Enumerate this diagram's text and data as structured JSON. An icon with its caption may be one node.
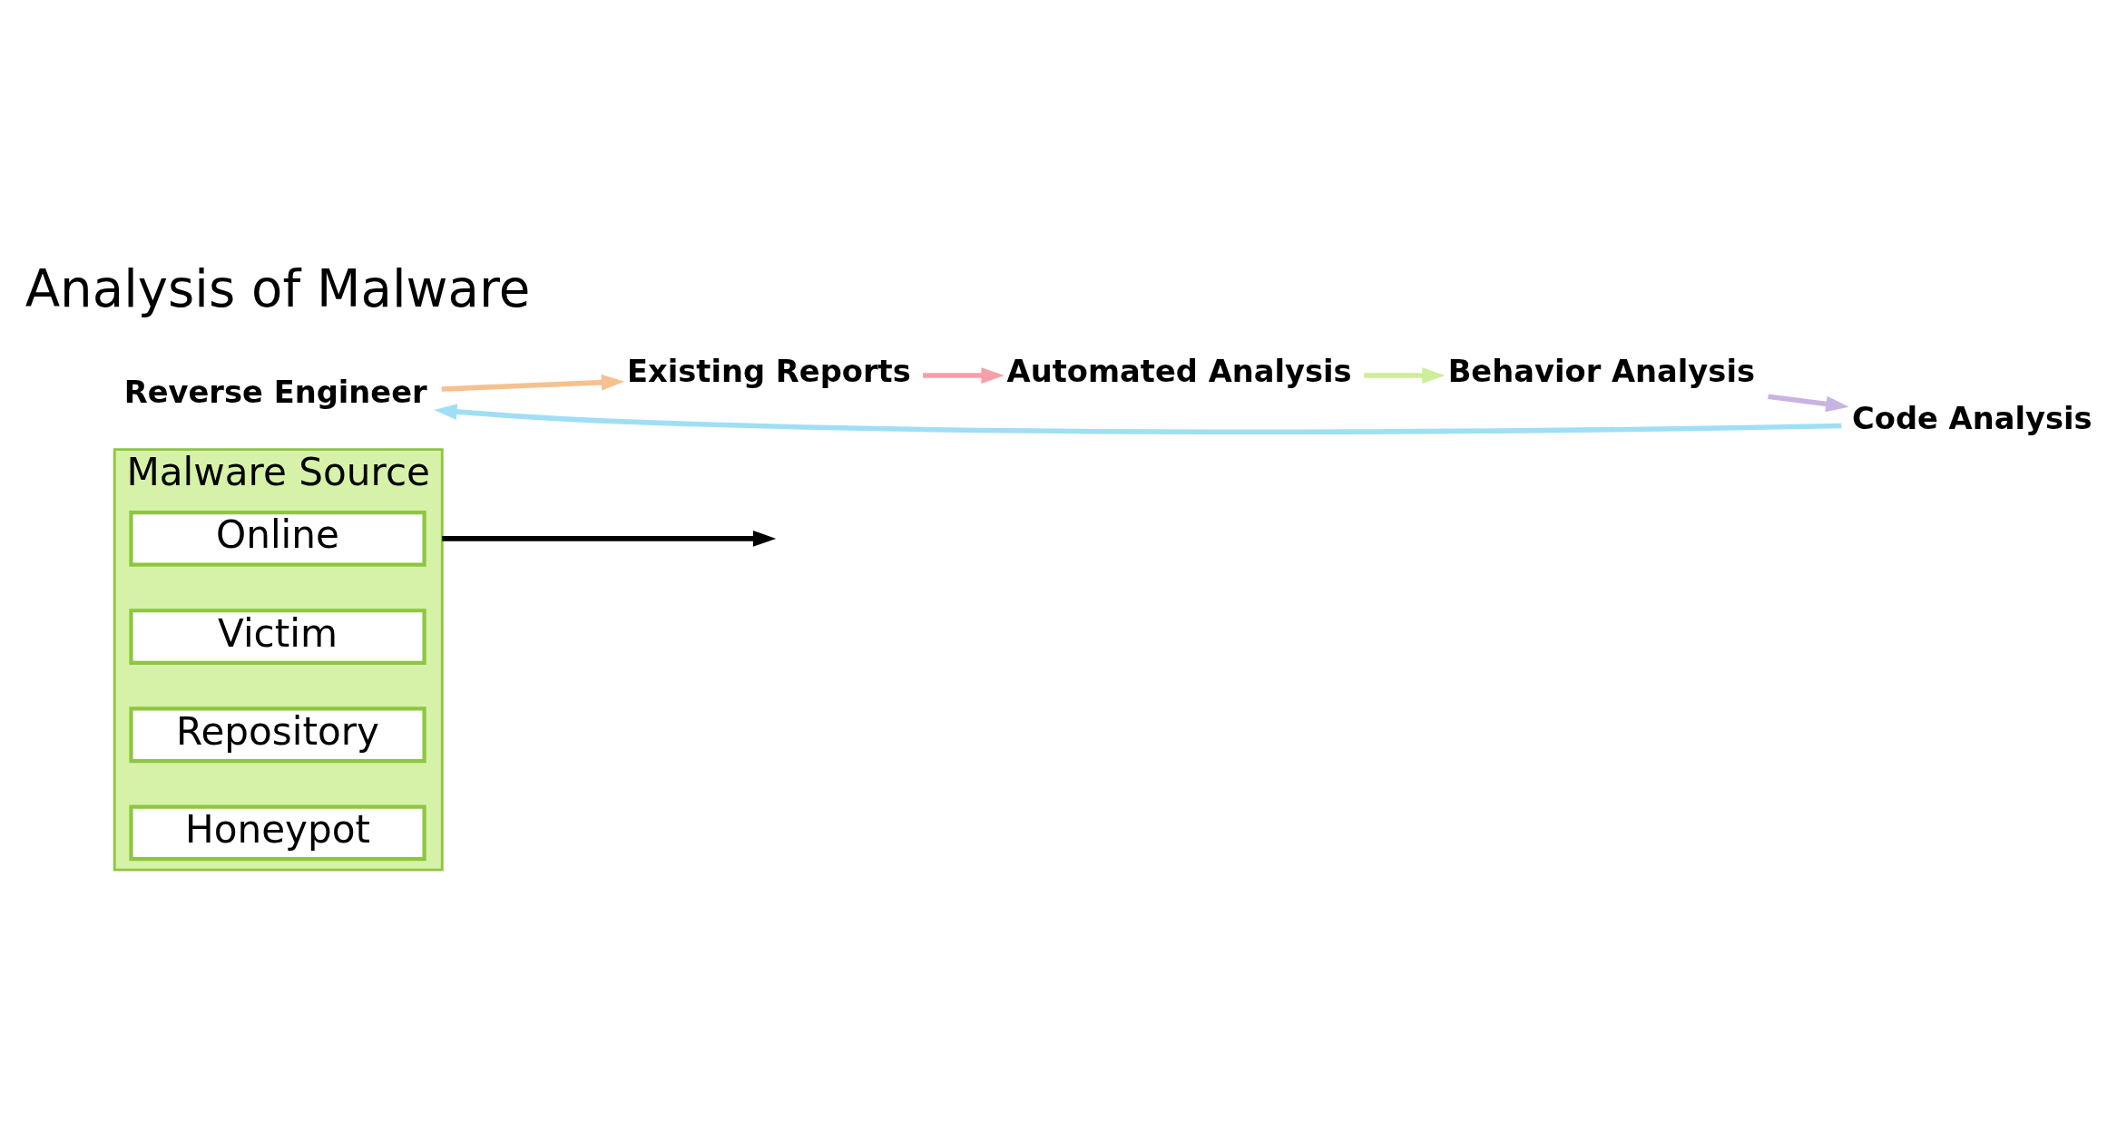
{
  "diagram": {
    "nodes": [
      {
        "text": [
          "Malware Source"
        ]
      },
      {
        "text": [
          "Online"
        ],
        "in": 0
      },
      {
        "text": [
          "Victim"
        ],
        "in": 0
      },
      {
        "text": [
          "Repository"
        ],
        "in": 0
      },
      {
        "text": [
          "Honeypot"
        ],
        "in": 0
      },
      {
        "text": [
          "Reverse Engineer"
        ]
      },
      {
        "text": [
          "Existing Reports"
        ]
      },
      {
        "text": [
          "Automated Analysis"
        ]
      },
      {
        "text": [
          "Behavior Analysis"
        ]
      },
      {
        "text": [
          "Code Analysis"
        ]
      }
    ],
    "edges": [
      {
        "from": 0,
        "to": null,
        "arrow": "to"
      },
      {
        "from": 9,
        "to": 5,
        "arrow": "to",
        "color": "#9fdff5"
      },
      {
        "from": 5,
        "to": 6,
        "arrow": "to",
        "color": "#f7c08f"
      },
      {
        "from": 6,
        "to": 7,
        "arrow": "to",
        "color": "#f5a0a8"
      },
      {
        "from": 7,
        "to": 8,
        "arrow": "to",
        "color": "#cdee9a"
      },
      {
        "from": 8,
        "to": 9,
        "arrow": "to",
        "color": "#c8b4e0"
      }
    ],
    "labels": [
      "Analysis of Malware"
    ]
  }
}
